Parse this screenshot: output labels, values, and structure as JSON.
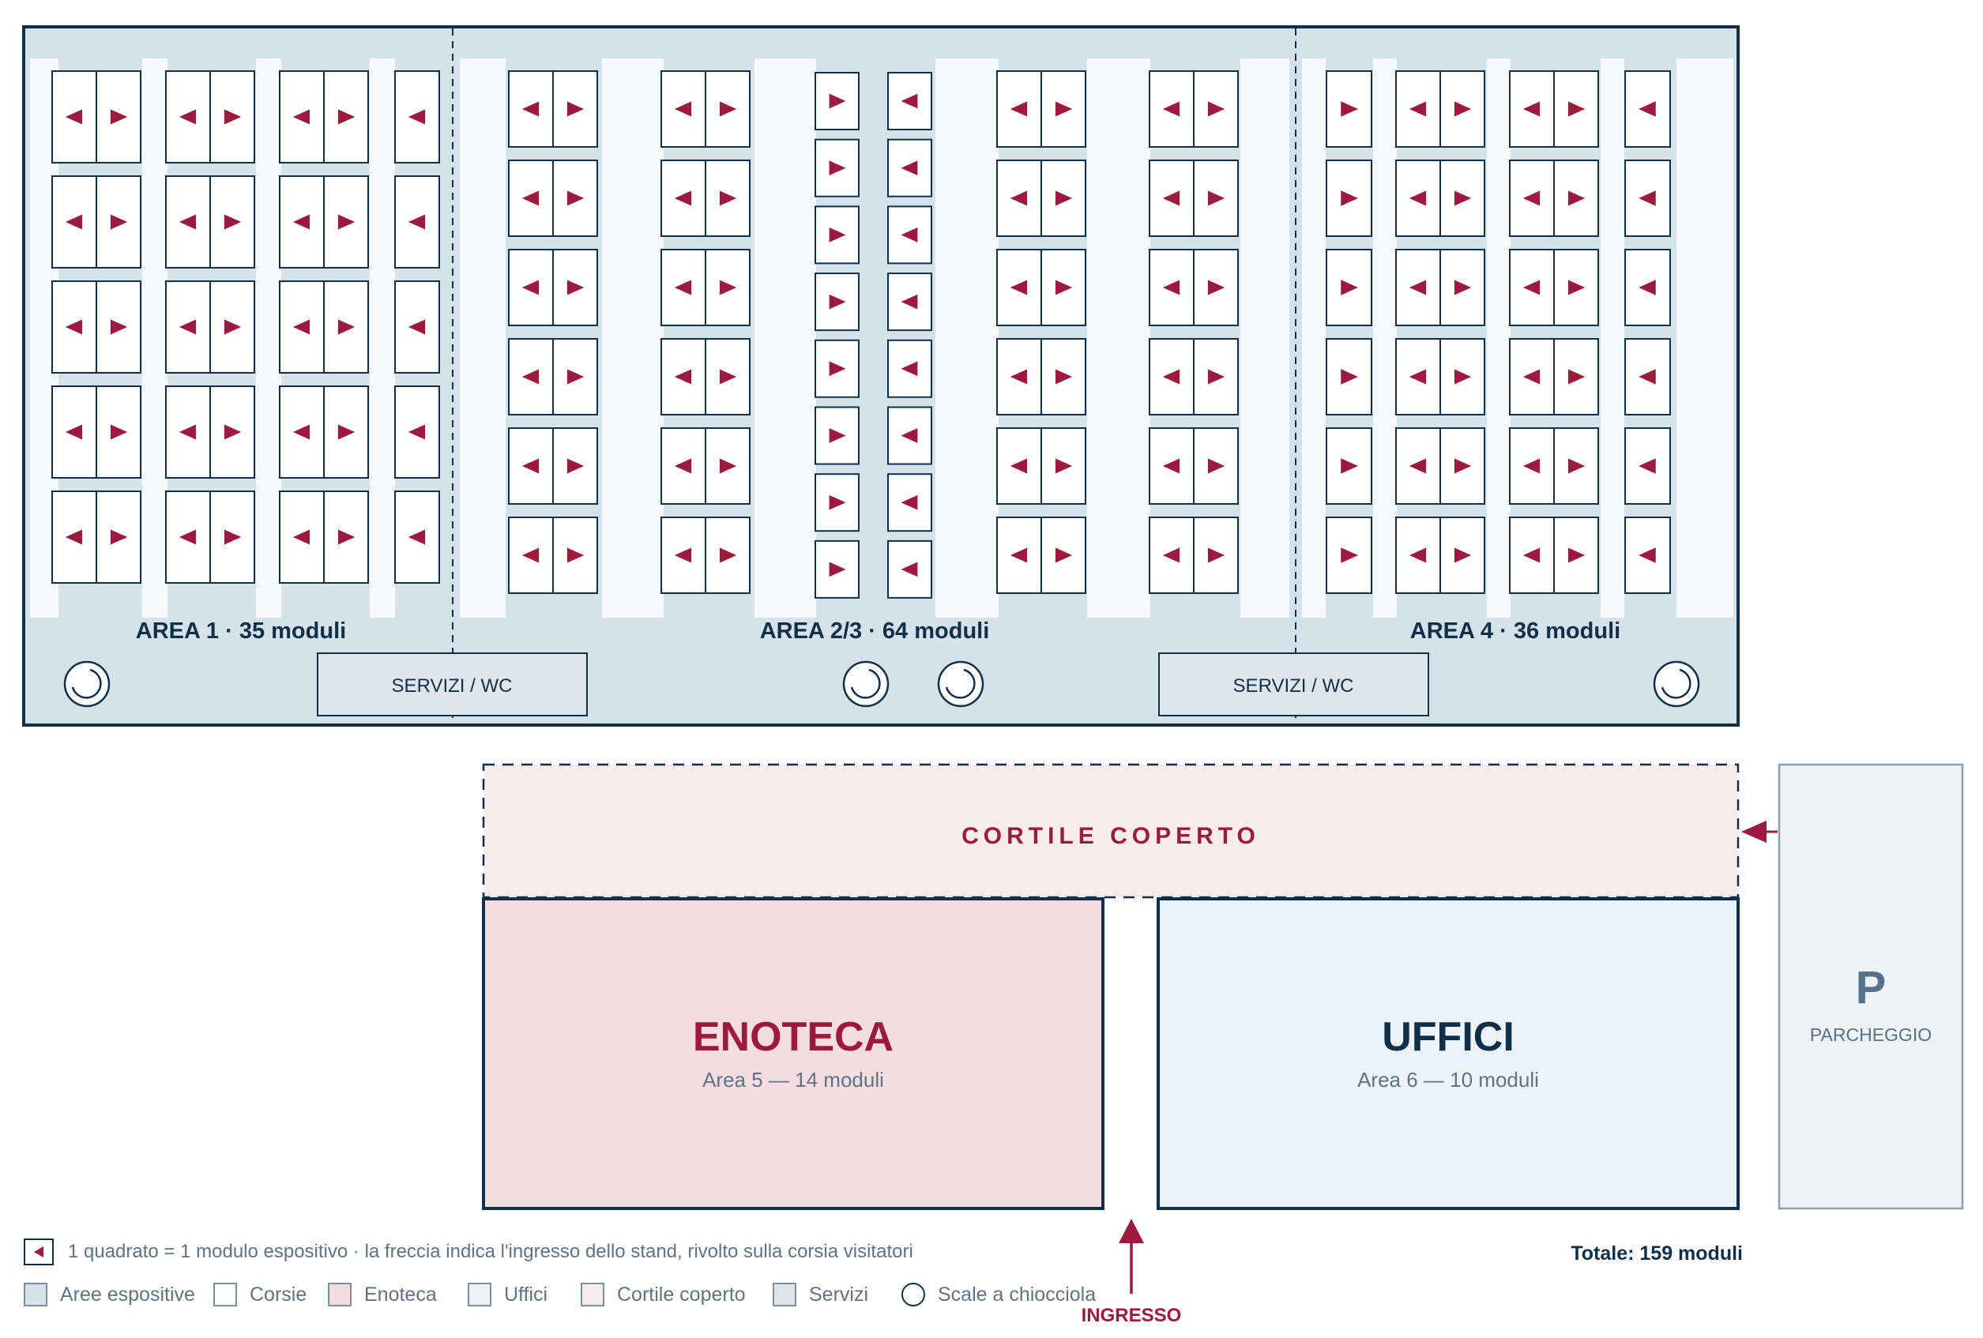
{
  "colors": {
    "navy": "#0f3048",
    "crimson": "#9c1a3c",
    "hall_fill": "#d5e2ea",
    "aisle_fill": "#f6f8fa",
    "enoteca_fill": "#f3dde3",
    "uffici_fill": "#edf2f6",
    "cortile_fill": "#f9ecef",
    "servizi_fill": "#dfe6eb",
    "parking_fill": "#eef2f5",
    "muted_text": "#5f7383"
  },
  "areas": [
    {
      "label": "AREA 1 · 35 moduli"
    },
    {
      "label": "AREA 2/3 · 64 moduli"
    },
    {
      "label": "AREA 4 · 36 moduli"
    }
  ],
  "servizi": [
    {
      "label": "SERVIZI / WC"
    },
    {
      "label": "SERVIZI / WC"
    }
  ],
  "cortile": {
    "label": "CORTILE COPERTO"
  },
  "enoteca": {
    "title": "ENOTECA",
    "subtitle": "Area 5 — 14 moduli"
  },
  "uffici": {
    "title": "UFFICI",
    "subtitle": "Area 6 — 10 moduli"
  },
  "parking": {
    "symbol": "P",
    "label": "PARCHEGGIO"
  },
  "ingresso": {
    "label": "INGRESSO"
  },
  "legend": {
    "note": "1 quadrato = 1 modulo espositivo · la freccia indica l'ingresso dello stand, rivolto sulla corsia visitatori",
    "total": "Totale: 159 moduli",
    "items": [
      {
        "label": "Aree espositive",
        "fill": "#d5e2ea",
        "shape": "square"
      },
      {
        "label": "Corsie",
        "fill": "#ffffff",
        "shape": "square"
      },
      {
        "label": "Enoteca",
        "fill": "#f3dde3",
        "shape": "square"
      },
      {
        "label": "Uffici",
        "fill": "#edf2f6",
        "shape": "square"
      },
      {
        "label": "Cortile coperto",
        "fill": "#f9ecef",
        "shape": "square"
      },
      {
        "label": "Servizi",
        "fill": "#dfe6eb",
        "shape": "square"
      },
      {
        "label": "Scale a chiocciola",
        "fill": "#ffffff",
        "shape": "circle"
      }
    ]
  }
}
